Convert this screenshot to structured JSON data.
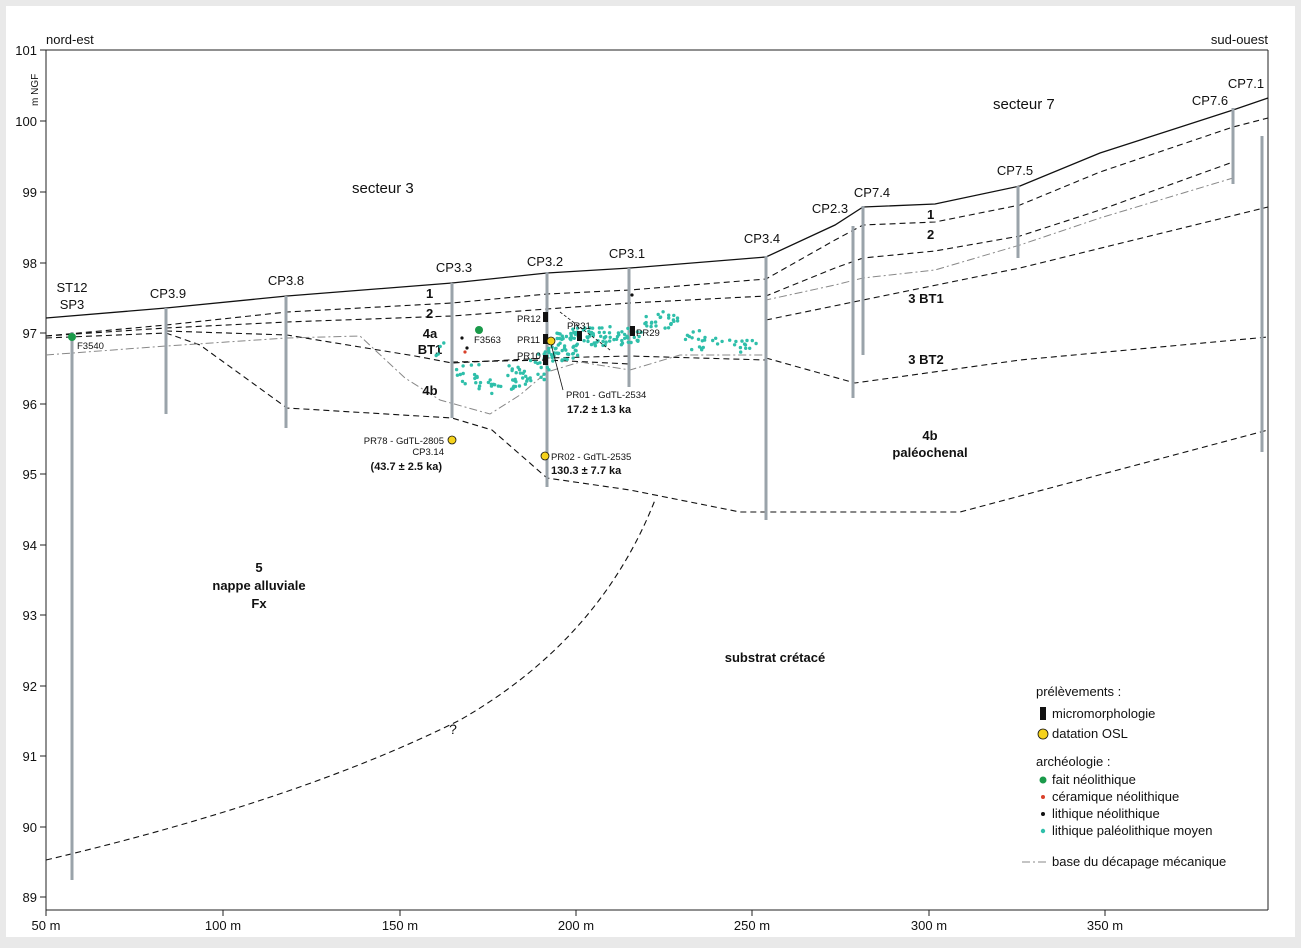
{
  "header": {
    "left": "nord-est",
    "right": "sud-ouest"
  },
  "y_axis": {
    "unit_label": "m NGF",
    "ticks": [
      "101",
      "100",
      "99",
      "98",
      "97",
      "96",
      "95",
      "94",
      "93",
      "92",
      "91",
      "90",
      "89"
    ]
  },
  "x_axis": {
    "ticks": [
      "50 m",
      "100 m",
      "150 m",
      "200 m",
      "250 m",
      "300 m",
      "350 m"
    ]
  },
  "sectors": {
    "s3": "secteur 3",
    "s7": "secteur 7"
  },
  "boreholes": {
    "st12": "ST12",
    "sp3": "SP3",
    "cp39": "CP3.9",
    "cp38": "CP3.8",
    "cp33": "CP3.3",
    "cp32": "CP3.2",
    "cp31": "CP3.1",
    "cp34": "CP3.4",
    "cp23": "CP2.3",
    "cp74": "CP7.4",
    "cp75": "CP7.5",
    "cp76": "CP7.6",
    "cp71": "CP7.1"
  },
  "units": {
    "u1a": "1",
    "u2a": "2",
    "u1b": "1",
    "u2b": "2",
    "u4a": "4a",
    "ubt1": "BT1",
    "u4b": "4b",
    "u3bt1": "3 BT1",
    "u3bt2": "3 BT2",
    "u4b_right": "4b",
    "paleochenal": "paléochenal",
    "u5": "5",
    "nappe": "nappe alluviale",
    "fx": "Fx",
    "substrat": "substrat crétacé",
    "question": "?"
  },
  "features": {
    "f3540": "F3540",
    "f3563": "F3563"
  },
  "samples": {
    "pr12": "PR12",
    "pr11": "PR11",
    "pr10": "PR10",
    "pr31": "PR31",
    "pr29": "PR29",
    "pr01": "PR01 - GdTL-2534",
    "pr01_age": "17.2 ± 1.3 ka",
    "pr02": "PR02 - GdTL-2535",
    "pr02_age": "130.3 ± 7.7 ka",
    "pr78": "PR78 - GdTL-2805",
    "pr78_sub": "CP3.14",
    "pr78_age": "(43.7 ± 2.5 ka)"
  },
  "legend": {
    "prelevements": "prélèvements :",
    "micromorphologie": "micromorphologie",
    "osl": "datation OSL",
    "archeologie": "archéologie :",
    "fait_neo": "fait néolithique",
    "ceramique_neo": "céramique néolithique",
    "lithique_neo": "lithique néolithique",
    "lithique_paleo": "lithique paléolithique moyen",
    "base_decapage": "base du décapage mécanique"
  },
  "colors": {
    "teal": "#2fbfaa",
    "green": "#1a9a4a",
    "red": "#d9412b",
    "osl_yellow": "#f5d21c",
    "borehole": "#9aa3aa",
    "frame": "#ffffff"
  }
}
